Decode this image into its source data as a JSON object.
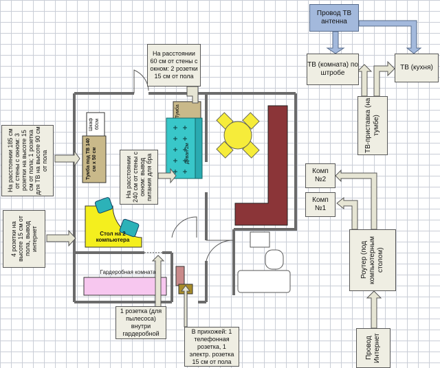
{
  "notes": {
    "window_sockets": "На расстоянии 60 см от стены с окном: 2 розетки 15 см от пола",
    "left_sockets": "На расстоянии 185 см от стены с окном: 3 розетки на высоте 15 см от пола; 1 розетка для ТВ на высоте 90 см от пола",
    "internet_sockets": "4 розетки на высоте 15 см от пола, вывод интернет",
    "bed_power": "На расстоянии 240 см от стены с окном: вывод питания для бра",
    "vacuum_socket": "1 розетка (для пылесоса) внутри гардеробной",
    "hallway": "В прихожей: 1 телефонная розетка, 1 электр. розетка 15 см от пола"
  },
  "room_labels": {
    "cabinet": "Шкаф 60см",
    "tv_stand": "Тумба под ТВ 140 см х 50 см",
    "desk": "Стол на 2 компьютера",
    "wardrobe": "Гардеробная комната",
    "nightstand": "Тумба",
    "sofa": "Диван 2м"
  },
  "network": {
    "antenna": "Провод ТВ антенна",
    "tv_room": "ТВ (комната) по штробе",
    "tv_kitchen": "ТВ (кухня)",
    "settop": "ТВ-приставка (на тумбе)",
    "comp2": "Комп №2",
    "comp1": "Комп №1",
    "router": "Роутер (под компьютерным столом)",
    "internet": "Провод Интернет"
  },
  "colors": {
    "accent_blue": "#a3b9dc",
    "arrow_fill": "#e6e5d4",
    "wall": "#6b6b6b",
    "bed": "#8b3538",
    "sofa": "#39c7c9",
    "table": "#f6ec3a",
    "desk": "#f4ef1e",
    "chair": "#2cb2b8",
    "wardrobe": "#f7c7ef",
    "stand": "#c9b98a"
  }
}
